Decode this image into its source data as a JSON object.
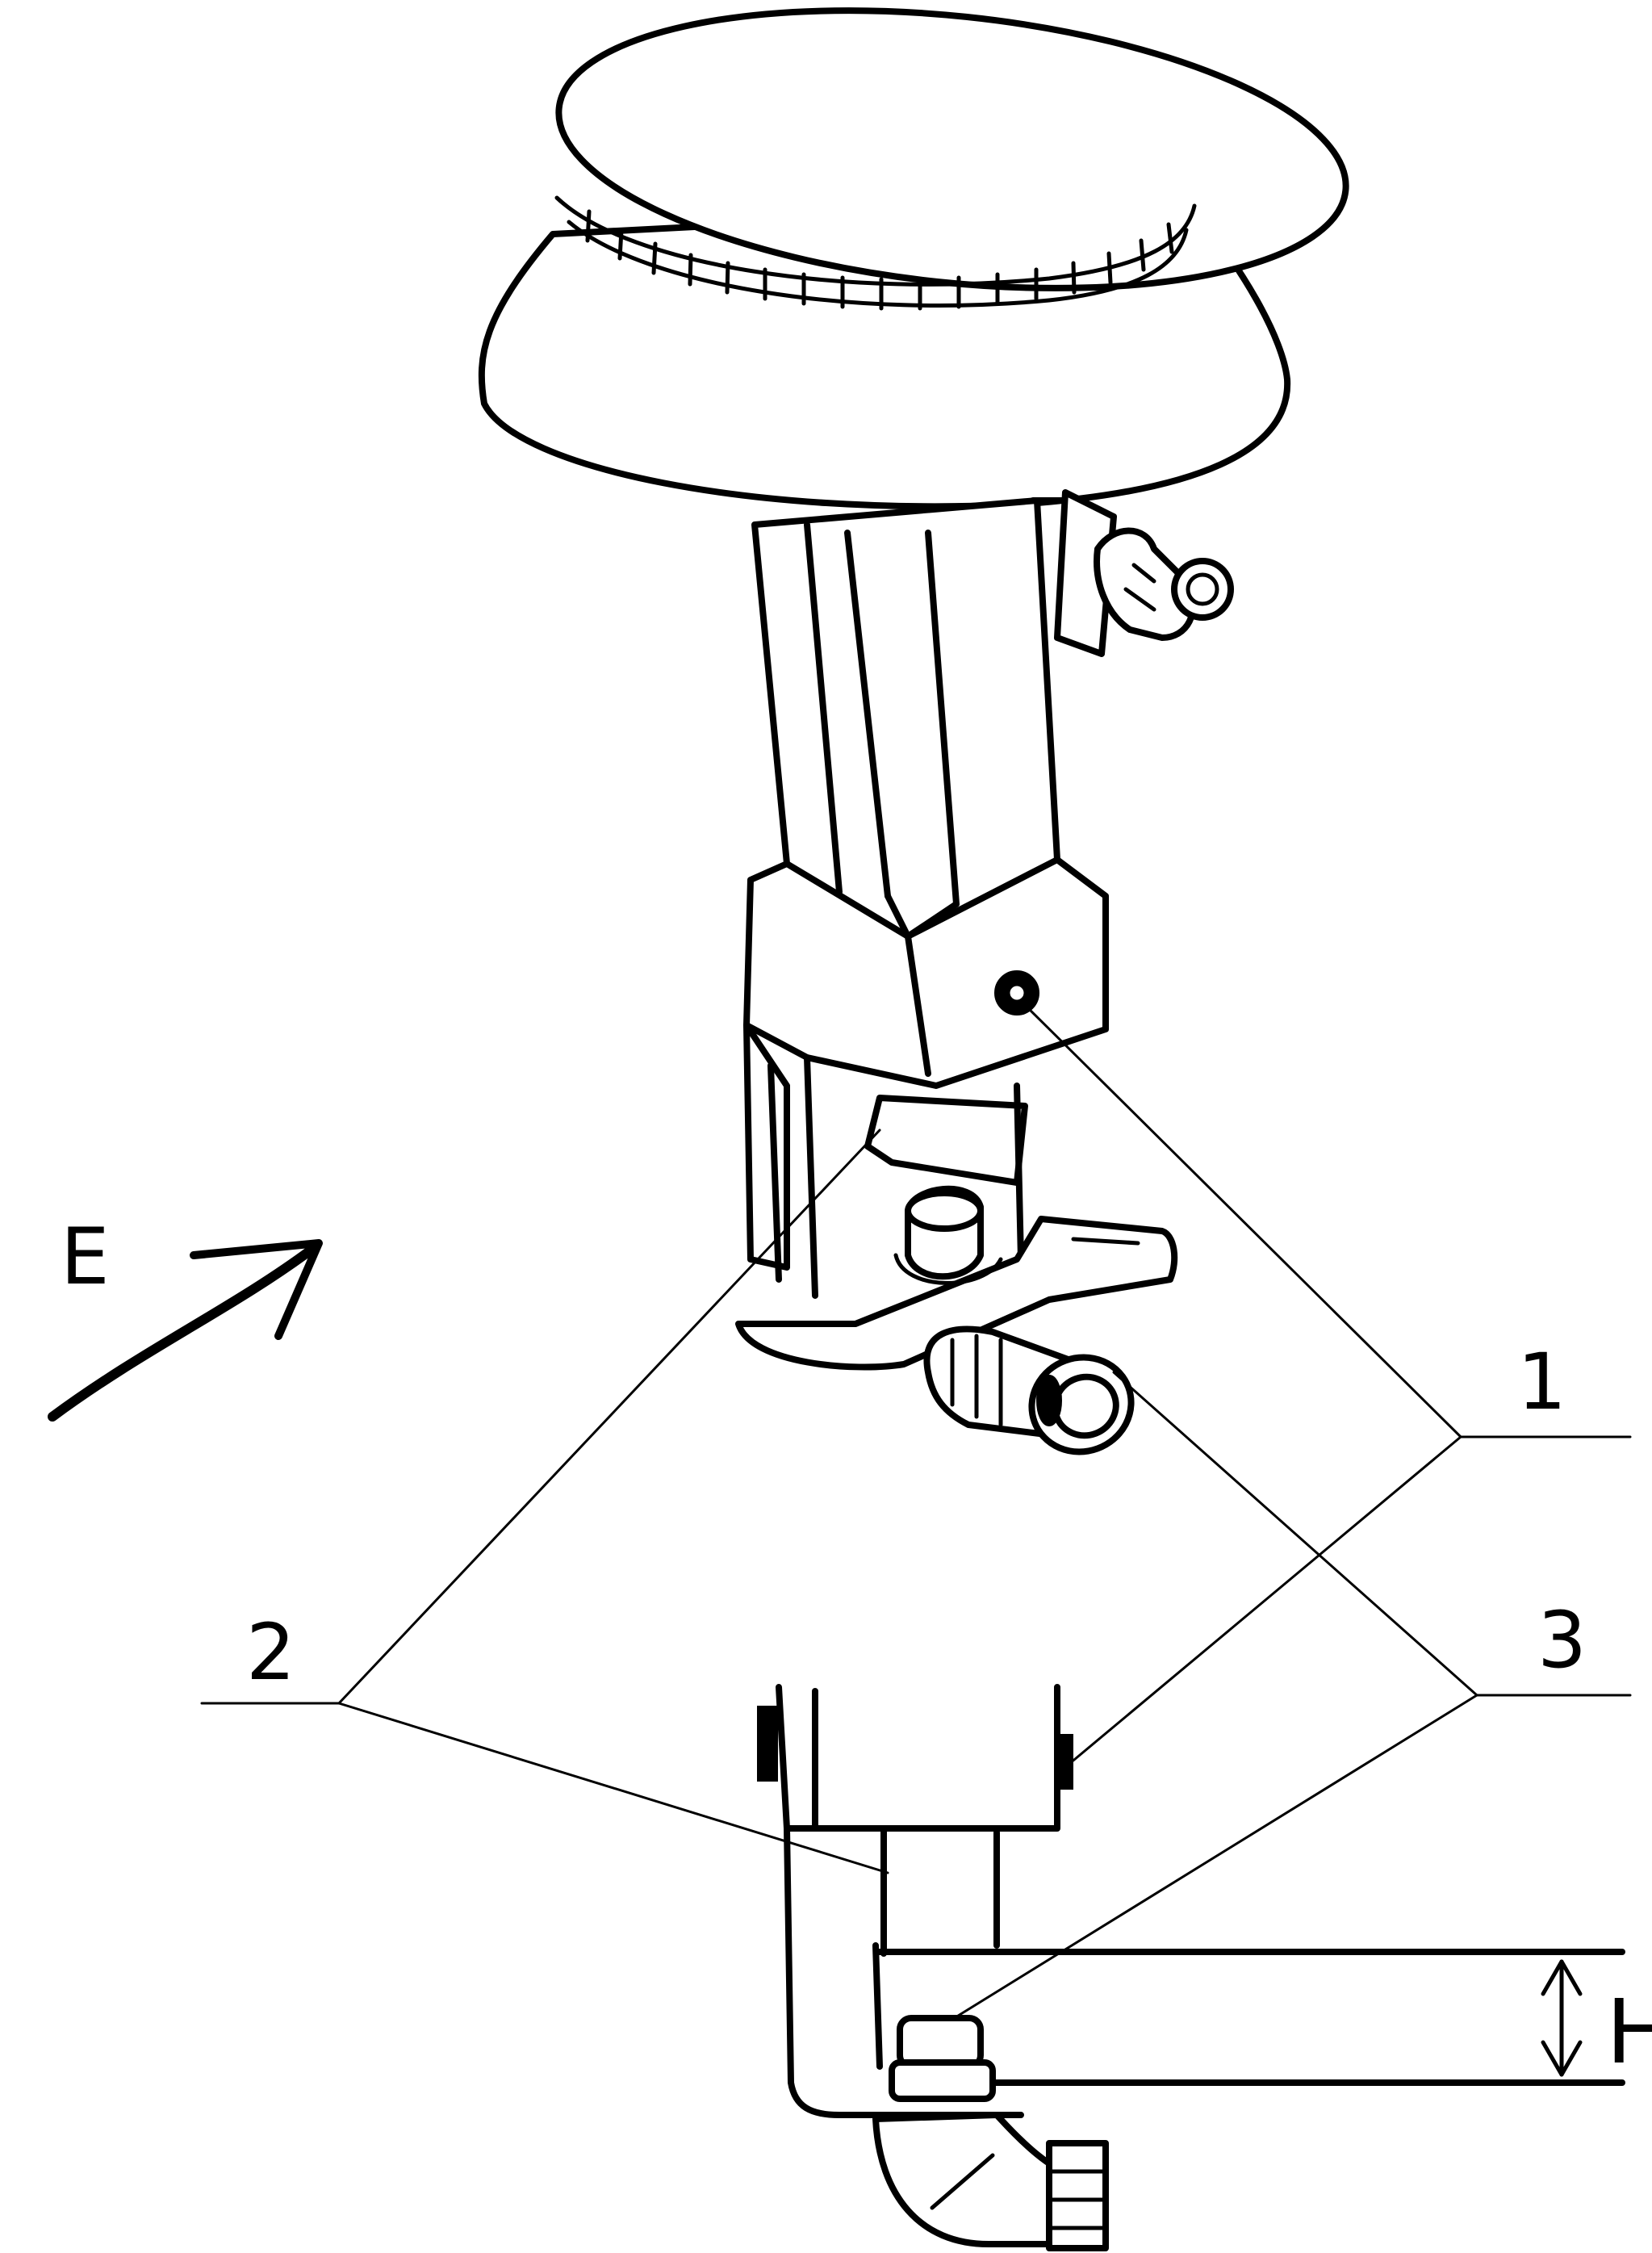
{
  "labels": {
    "view_arrow": "E",
    "part_1": "1",
    "part_2": "2",
    "part_3": "3",
    "dimension": "H"
  }
}
